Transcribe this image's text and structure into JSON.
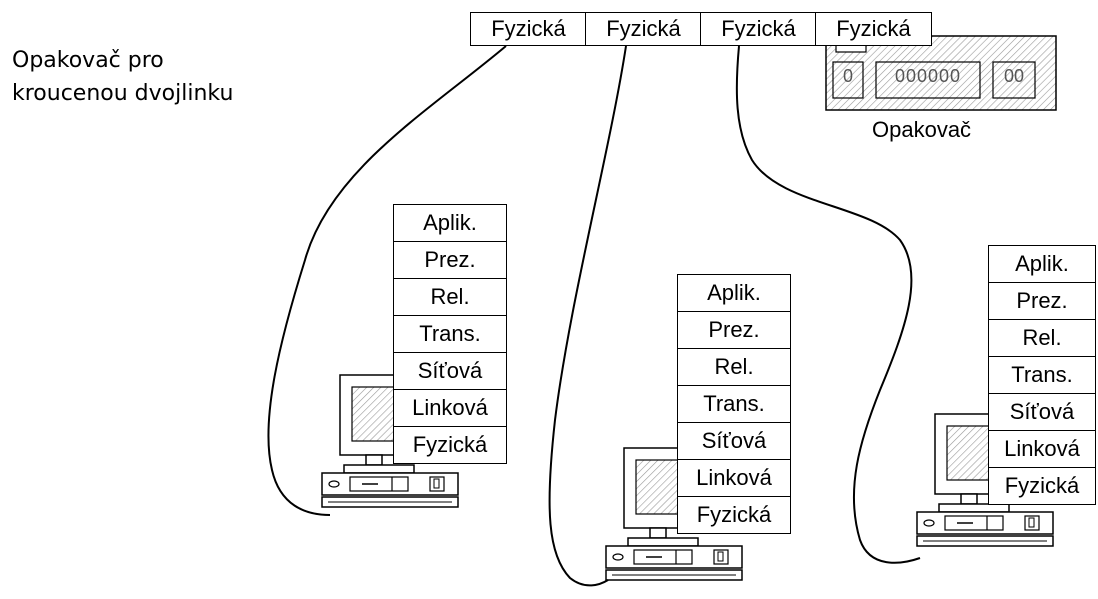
{
  "caption": {
    "line1": "Opakovač pro",
    "line2": "kroucenou dvojlinku"
  },
  "repeater": {
    "label": "Opakovač",
    "ports": [
      "Fyzická",
      "Fyzická",
      "Fyzická",
      "Fyzická"
    ],
    "panel_slots": [
      "0",
      "000000",
      "00"
    ]
  },
  "stacks": [
    {
      "layers": [
        "Aplik.",
        "Prez.",
        "Rel.",
        "Trans.",
        "Síťová",
        "Linková",
        "Fyzická"
      ]
    },
    {
      "layers": [
        "Aplik.",
        "Prez.",
        "Rel.",
        "Trans.",
        "Síťová",
        "Linková",
        "Fyzická"
      ]
    },
    {
      "layers": [
        "Aplik.",
        "Prez.",
        "Rel.",
        "Trans.",
        "Síťová",
        "Linková",
        "Fyzická"
      ]
    }
  ],
  "colors": {
    "line": "#000000",
    "hatch": "#bbbbbb",
    "background": "#ffffff"
  }
}
